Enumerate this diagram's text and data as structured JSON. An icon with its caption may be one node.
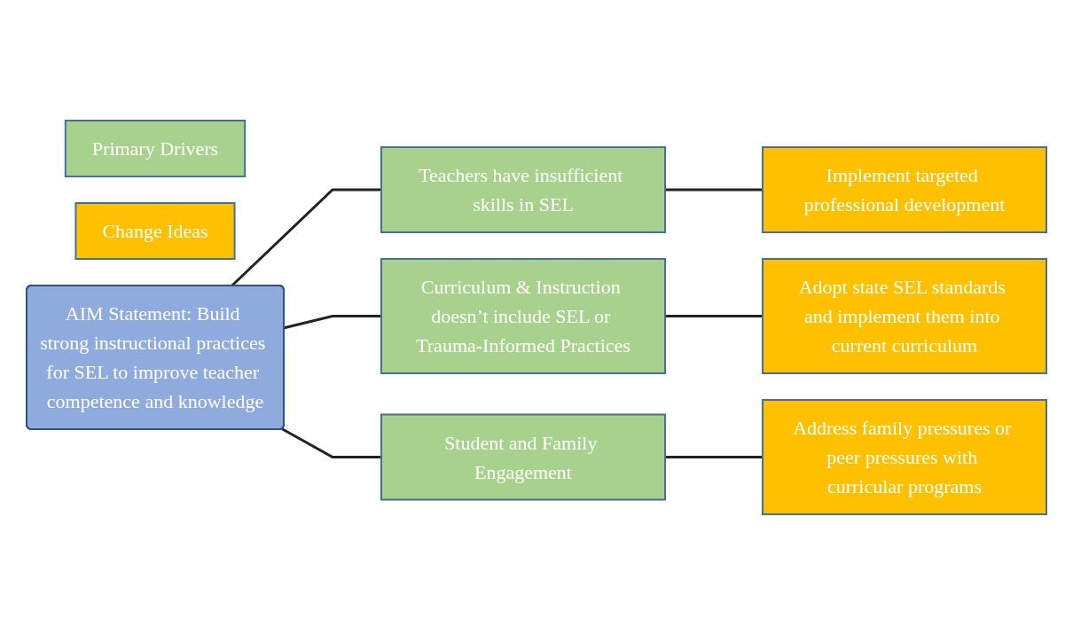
{
  "diagram": {
    "nodes": [
      {
        "text": [
          "Primary Drivers"
        ]
      },
      {
        "text": [
          "Change Ideas"
        ]
      },
      {
        "text": [
          "AIM Statement: Build strong instructional practices for SEL to improve teacher competence and knowledge"
        ]
      },
      {
        "text": [
          "Teachers have insufficient skills in SEL"
        ]
      },
      {
        "text": [
          "Implement targeted professional development"
        ]
      },
      {
        "text": [
          "Curriculum & Instruction doesn’t include SEL or Trauma-Informed Practices"
        ]
      },
      {
        "text": [
          "Adopt state SEL standards and implement them into current curriculum"
        ]
      },
      {
        "text": [
          "Student and Family Engagement"
        ]
      },
      {
        "text": [
          "Address family pressures or peer pressures with curricular programs"
        ]
      }
    ],
    "edges": [
      {
        "from": 2,
        "to": 3,
        "arrow": "none"
      },
      {
        "from": 2,
        "to": 5,
        "arrow": "none"
      },
      {
        "from": 2,
        "to": 7,
        "arrow": "none"
      },
      {
        "from": 3,
        "to": 4,
        "arrow": "none"
      },
      {
        "from": 5,
        "to": 6,
        "arrow": "none"
      },
      {
        "from": 7,
        "to": 8,
        "arrow": "none"
      }
    ]
  }
}
